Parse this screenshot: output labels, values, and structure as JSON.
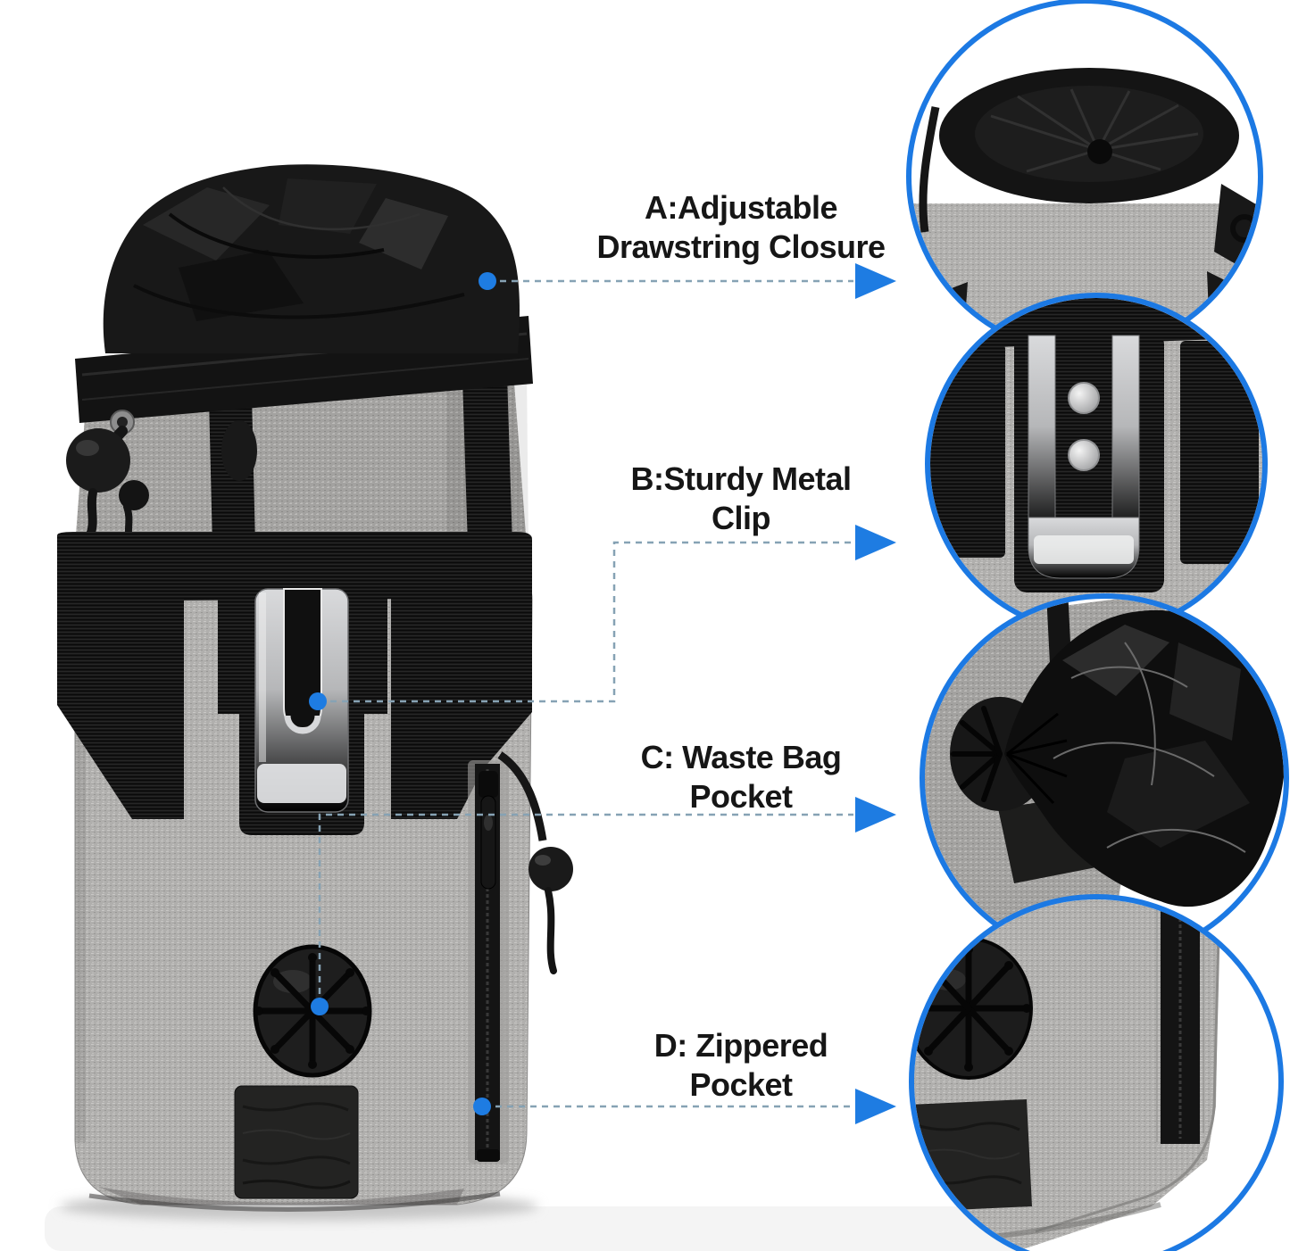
{
  "image_type": "product feature callout photo (dog treat training pouch)",
  "background_color": "#ffffff",
  "colors": {
    "accent_blue": "#1e7ce2",
    "callout_line": "#86a2b4",
    "label_text": "#161616",
    "fabric_gray": "#b0afad",
    "strap_black": "#161616",
    "metal_silver": "#c9cacc"
  },
  "callouts": [
    {
      "id": "A",
      "line1": "A:Adjustable",
      "line2": "Drawstring Closure"
    },
    {
      "id": "B",
      "line1": "B:Sturdy Metal",
      "line2": "Clip"
    },
    {
      "id": "C",
      "line1": "C: Waste Bag",
      "line2": "Pocket"
    },
    {
      "id": "D",
      "line1": "D: Zippered",
      "line2": "Pocket"
    }
  ],
  "detail_circles": [
    {
      "id": "A",
      "content": "drawstring top opening of pouch"
    },
    {
      "id": "B",
      "content": "metal belt clip close-up"
    },
    {
      "id": "C",
      "content": "black waste bag pulled through grommet"
    },
    {
      "id": "D",
      "content": "grommet, velcro and side zipper close-up"
    }
  ]
}
